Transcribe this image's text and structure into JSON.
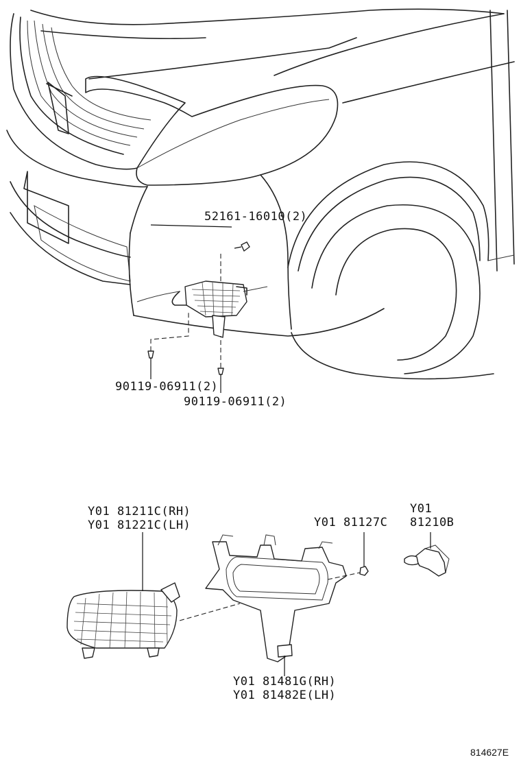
{
  "callouts": {
    "clip_top": "52161-16010(2)",
    "screw_left": "90119-06911(2)",
    "screw_right": "90119-06911(2)",
    "fog_lamp_rh": "Y01 81211C(RH)",
    "fog_lamp_lh": "Y01 81221C(LH)",
    "nut": "Y01 81127C",
    "bulb_line1": "Y01",
    "bulb_line2": "81210B",
    "cover_rh": "Y01 81481G(RH)",
    "cover_lh": "Y01 81482E(LH)"
  },
  "figure_id": "814627E"
}
